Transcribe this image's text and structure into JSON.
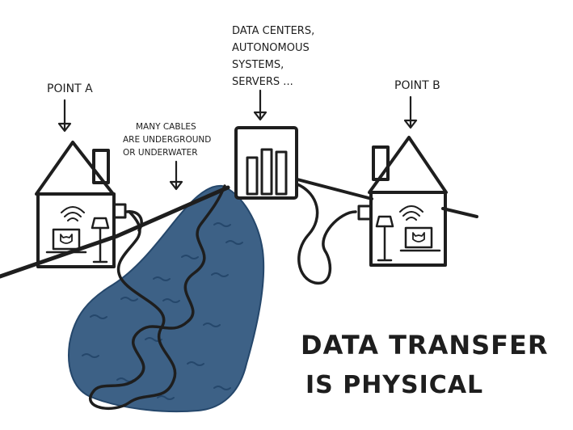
{
  "labels": {
    "point_a": "POINT A",
    "point_b": "POINT B",
    "data_centers": [
      "DATA CENTERS,",
      "AUTONOMOUS",
      "SYSTEMS,",
      "SERVERS ..."
    ],
    "cables": [
      "MANY CABLES",
      "ARE UNDERGROUND",
      "OR UNDERWATER"
    ],
    "headline": [
      "DATA TRANSFER",
      "IS PHYSICAL"
    ]
  },
  "colors": {
    "ink": "#1e1e1e",
    "water": "#3d6186",
    "water_dark": "#25476b",
    "screen": "#f4f4f4"
  },
  "icons": {
    "house": "house-icon",
    "laptop": "laptop-cat-icon",
    "wifi": "wifi-icon",
    "lamp": "lamp-icon",
    "server": "data-center-icon"
  }
}
